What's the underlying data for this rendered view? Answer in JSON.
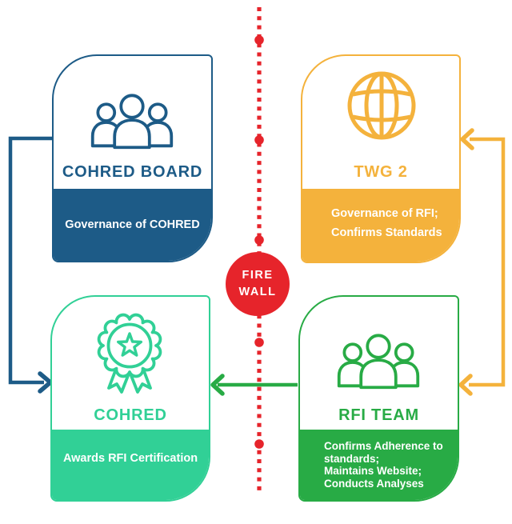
{
  "colors": {
    "blue": "#1D5B87",
    "yellow": "#F4B23C",
    "mint": "#31D096",
    "green": "#28AB45",
    "red": "#E6242B"
  },
  "firewall": {
    "line1": "FIRE",
    "line2": "WALL"
  },
  "cards": [
    {
      "id": "cohred-board",
      "title": "COHRED BOARD",
      "icon": "people-icon",
      "color_name": "blue",
      "body_lines": [
        "Governance of COHRED"
      ]
    },
    {
      "id": "twg-2",
      "title": "TWG 2",
      "icon": "globe-icon",
      "color_name": "yellow",
      "body_lines": [
        "Governance of RFI;",
        "Confirms Standards"
      ]
    },
    {
      "id": "cohred",
      "title": "COHRED",
      "icon": "award-ribbon-icon",
      "color_name": "mint",
      "body_lines": [
        "Awards RFI Certification"
      ]
    },
    {
      "id": "rfi-team",
      "title": "RFI TEAM",
      "icon": "people-icon",
      "color_name": "green",
      "body_lines": [
        "Confirms Adherence to",
        "standards;",
        "Maintains Website;",
        "Conducts Analyses"
      ]
    }
  ],
  "connectors": [
    {
      "id": "cohred-board-to-cohred-arrow",
      "color_name": "blue"
    },
    {
      "id": "right-loop-to-twg2-and-rfi-team-arrows",
      "color_name": "yellow"
    },
    {
      "id": "rfi-team-to-cohred-arrow",
      "color_name": "green"
    },
    {
      "id": "firewall-dotted-divider",
      "color_name": "red"
    }
  ]
}
